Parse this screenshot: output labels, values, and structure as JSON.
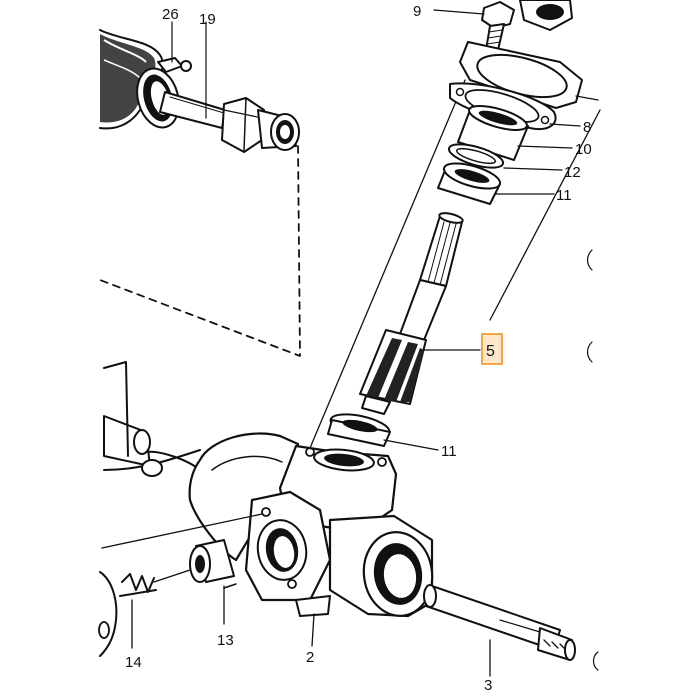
{
  "diagram": {
    "highlight_color": "#f4a64a",
    "highlight_fill": "#fde7c8",
    "highlighted_label": "5",
    "labels": {
      "p26": "26",
      "p19": "19",
      "p9": "9",
      "p8": "8",
      "p10": "10",
      "p12": "12",
      "p11_top": "11",
      "p5": "5",
      "p11_bottom": "11",
      "p13": "13",
      "p14": "14",
      "p2": "2",
      "p3": "3"
    }
  }
}
